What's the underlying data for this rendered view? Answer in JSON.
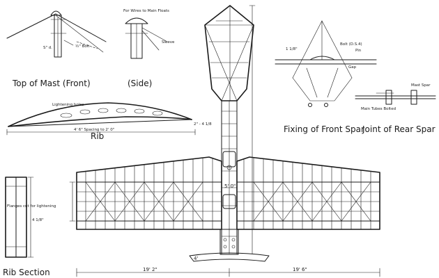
{
  "labels": {
    "top_of_mast_front": "Top of Mast (Front)",
    "side": "(Side)",
    "rib": "Rib",
    "fixing_front_spar": "Fixing of Front Spar",
    "joint_rear_spar": "Joint of Rear Spar",
    "rib_section": "Rib Section"
  },
  "annotations": {
    "mast_side_note": "For Wires to Main Floats",
    "spars_note": "Lightening holes",
    "rib_length": "4' 6\" Spacing to 2' 0\"",
    "rib_depth": "2\" - 4 1/8",
    "rib_section_note": "Flanges cut for lightening",
    "rear_spar_note_1": "Main Tubes Bolted",
    "rear_spar_note_2": "Mast Spar",
    "front_spar_note": "Pin",
    "span_left": "19' 2\"",
    "span_right": "19' 6\"",
    "chord_dim": "5' 0\""
  },
  "colors": {
    "ink": "#1a1a1a",
    "paper": "#ffffff"
  }
}
